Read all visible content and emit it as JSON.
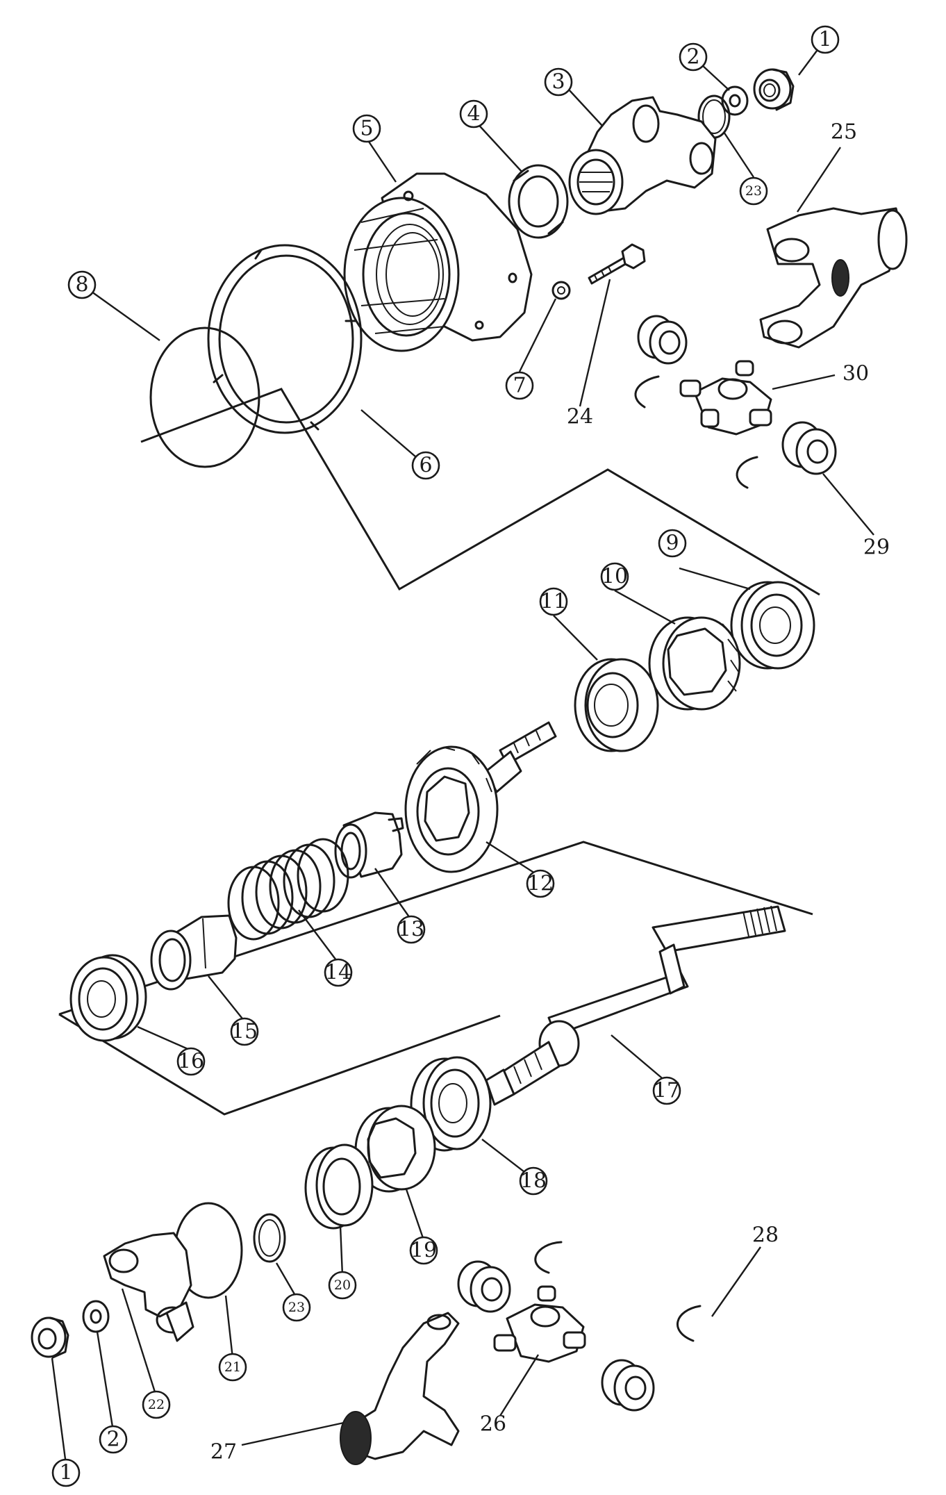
{
  "diagram": {
    "callouts": [
      {
        "label": "1"
      },
      {
        "label": "2"
      },
      {
        "label": "3"
      },
      {
        "label": "23"
      },
      {
        "label": "25"
      },
      {
        "label": "4"
      },
      {
        "label": "5"
      },
      {
        "label": "8"
      },
      {
        "label": "6"
      },
      {
        "label": "7"
      },
      {
        "label": "24"
      },
      {
        "label": "30"
      },
      {
        "label": "29"
      },
      {
        "label": "9"
      },
      {
        "label": "10"
      },
      {
        "label": "11"
      },
      {
        "label": "12"
      },
      {
        "label": "13"
      },
      {
        "label": "14"
      },
      {
        "label": "15"
      },
      {
        "label": "16"
      },
      {
        "label": "17"
      },
      {
        "label": "18"
      },
      {
        "label": "19"
      },
      {
        "label": "20"
      },
      {
        "label": "23"
      },
      {
        "label": "21"
      },
      {
        "label": "22"
      },
      {
        "label": "2"
      },
      {
        "label": "1"
      },
      {
        "label": "27"
      },
      {
        "label": "26"
      },
      {
        "label": "28"
      }
    ]
  }
}
